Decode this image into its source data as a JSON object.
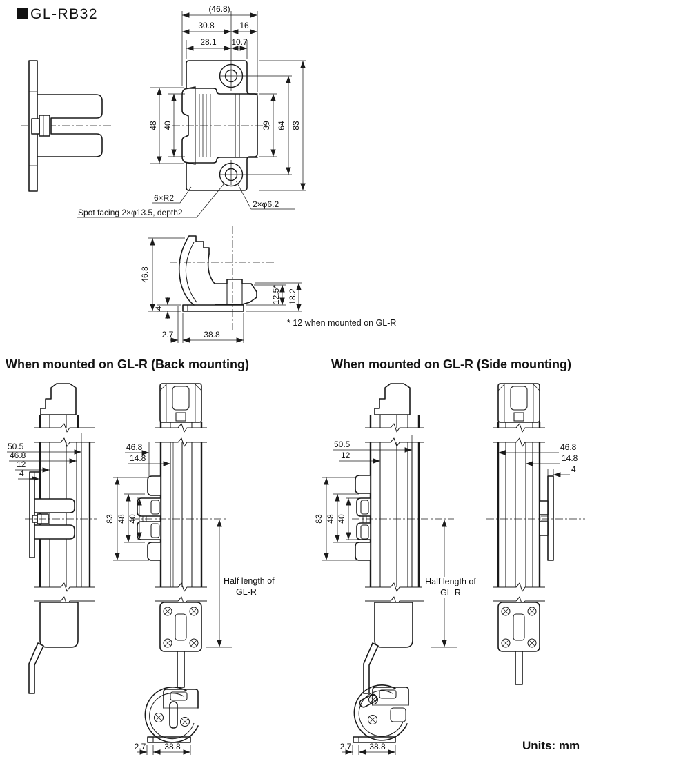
{
  "title": {
    "marker": "■",
    "text": "GL-RB32"
  },
  "units_label": "Units: mm",
  "detail_view": {
    "dims": {
      "overall_w": "(46.8)",
      "w_left": "30.8",
      "w_right": "16",
      "w_tab_left": "28.1",
      "w_tab_right": "10.7",
      "h_grip": "48",
      "h_body": "40",
      "h_rail": "39",
      "h_holes": "64",
      "h_total": "83"
    },
    "notes": {
      "corner": "6×R2",
      "holes": "2×φ6.2",
      "spotface": "Spot facing 2×φ13.5, depth2"
    }
  },
  "profile_view": {
    "dims": {
      "height": "46.8",
      "base_t": "4",
      "slot": "12.5*",
      "edge": "18.2",
      "off": "2.7",
      "width": "38.8"
    },
    "footnote": "* 12 when mounted on GL-R"
  },
  "back_mounting": {
    "heading": "When mounted on GL-R (Back mounting)",
    "side_view": {
      "d1": "50.5",
      "d2": "46.8",
      "d3": "12",
      "d4": "4"
    },
    "front_view": {
      "d1": "46.8",
      "d2": "14.8",
      "v1": "83",
      "v2": "48",
      "v3": "40",
      "half1": "Half length of",
      "half2": "GL-R"
    },
    "section": {
      "off": "2.7",
      "width": "38.8"
    }
  },
  "side_mounting": {
    "heading": "When mounted on GL-R (Side mounting)",
    "front_view": {
      "d1": "50.5",
      "d2": "12",
      "v1": "83",
      "v2": "48",
      "v3": "40",
      "half1": "Half length of",
      "half2": "GL-R"
    },
    "side_view": {
      "d1": "46.8",
      "d2": "14.8",
      "d3": "4"
    },
    "section": {
      "off": "2.7",
      "width": "38.8"
    }
  }
}
